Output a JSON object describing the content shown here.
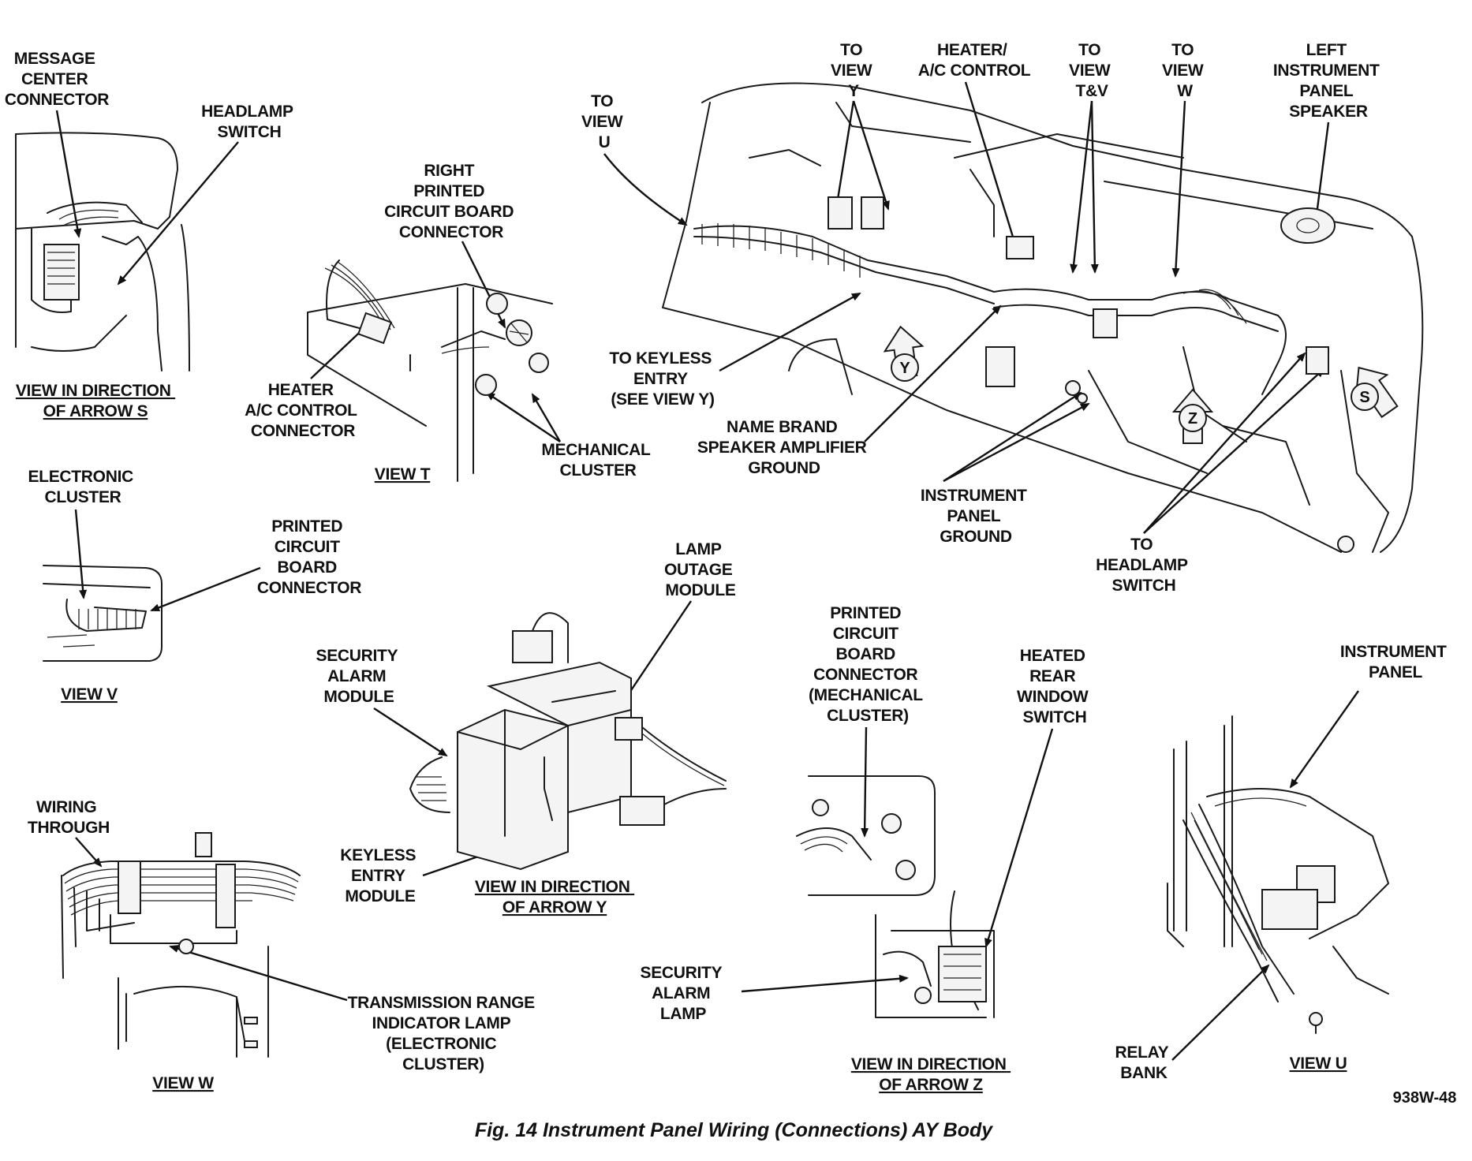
{
  "labels": [
    {
      "id": "message-center-connector",
      "lines": [
        "MESSAGE",
        "CENTER",
        "CONNECTOR"
      ]
    },
    {
      "id": "headlamp-switch",
      "lines": [
        "HEADLAMP",
        "SWITCH"
      ]
    },
    {
      "id": "view-arrow-s",
      "lines": [
        "VIEW IN DIRECTION",
        "OF ARROW S"
      ]
    },
    {
      "id": "right-pcb-connector",
      "lines": [
        "RIGHT",
        "PRINTED",
        "CIRCUIT BOARD",
        "CONNECTOR"
      ]
    },
    {
      "id": "heater-ac-control-connector",
      "lines": [
        "HEATER",
        "A/C CONTROL",
        "CONNECTOR"
      ]
    },
    {
      "id": "view-t",
      "lines": [
        "VIEW T"
      ]
    },
    {
      "id": "mechanical-cluster",
      "lines": [
        "MECHANICAL",
        "CLUSTER"
      ]
    },
    {
      "id": "to-view-u",
      "lines": [
        "TO",
        "VIEW",
        "U"
      ]
    },
    {
      "id": "to-view-y",
      "lines": [
        "TO",
        "VIEW",
        "Y"
      ]
    },
    {
      "id": "heater-ac-control",
      "lines": [
        "HEATER/",
        "A/C CONTROL"
      ]
    },
    {
      "id": "to-view-tv",
      "lines": [
        "TO",
        "VIEW",
        "T&V"
      ]
    },
    {
      "id": "to-view-w",
      "lines": [
        "TO",
        "VIEW",
        "W"
      ]
    },
    {
      "id": "left-ip-speaker",
      "lines": [
        "LEFT",
        "INSTRUMENT",
        "PANEL",
        "SPEAKER"
      ]
    },
    {
      "id": "to-keyless-entry",
      "lines": [
        "TO KEYLESS",
        "ENTRY",
        "(SEE VIEW Y)"
      ]
    },
    {
      "id": "name-brand-amp-ground",
      "lines": [
        "NAME BRAND",
        "SPEAKER AMPLIFIER",
        "GROUND"
      ]
    },
    {
      "id": "ip-ground",
      "lines": [
        "INSTRUMENT",
        "PANEL",
        "GROUND"
      ]
    },
    {
      "id": "to-headlamp-switch",
      "lines": [
        "TO",
        "HEADLAMP",
        "SWITCH"
      ]
    },
    {
      "id": "electronic-cluster",
      "lines": [
        "ELECTRONIC",
        "CLUSTER"
      ]
    },
    {
      "id": "pcb-connector-v",
      "lines": [
        "PRINTED",
        "CIRCUIT",
        "BOARD",
        "CONNECTOR"
      ]
    },
    {
      "id": "view-v",
      "lines": [
        "VIEW V"
      ]
    },
    {
      "id": "lamp-outage-module",
      "lines": [
        "LAMP",
        "OUTAGE",
        "MODULE"
      ]
    },
    {
      "id": "security-alarm-module",
      "lines": [
        "SECURITY",
        "ALARM",
        "MODULE"
      ]
    },
    {
      "id": "keyless-entry-module",
      "lines": [
        "KEYLESS",
        "ENTRY",
        "MODULE"
      ]
    },
    {
      "id": "view-arrow-y",
      "lines": [
        "VIEW IN DIRECTION",
        "OF ARROW Y"
      ]
    },
    {
      "id": "pcb-connector-mech",
      "lines": [
        "PRINTED",
        "CIRCUIT",
        "BOARD",
        "CONNECTOR",
        "(MECHANICAL",
        "CLUSTER)"
      ]
    },
    {
      "id": "heated-rear-window-switch",
      "lines": [
        "HEATED",
        "REAR",
        "WINDOW",
        "SWITCH"
      ]
    },
    {
      "id": "security-alarm-lamp",
      "lines": [
        "SECURITY",
        "ALARM",
        "LAMP"
      ]
    },
    {
      "id": "view-arrow-z",
      "lines": [
        "VIEW IN DIRECTION",
        "OF ARROW Z"
      ]
    },
    {
      "id": "instrument-panel",
      "lines": [
        "INSTRUMENT",
        "PANEL"
      ]
    },
    {
      "id": "relay-bank",
      "lines": [
        "RELAY",
        "BANK"
      ]
    },
    {
      "id": "view-u",
      "lines": [
        "VIEW U"
      ]
    },
    {
      "id": "wiring-through",
      "lines": [
        "WIRING",
        "THROUGH"
      ]
    },
    {
      "id": "trans-range-lamp",
      "lines": [
        "TRANSMISSION RANGE",
        "INDICATOR LAMP",
        "(ELECTRONIC",
        "CLUSTER)"
      ]
    },
    {
      "id": "view-w",
      "lines": [
        "VIEW W"
      ]
    }
  ],
  "arrow_markers": [
    "Y",
    "Z",
    "S"
  ],
  "figure_code": "938W-48",
  "caption": "Fig. 14 Instrument Panel Wiring (Connections) AY Body"
}
